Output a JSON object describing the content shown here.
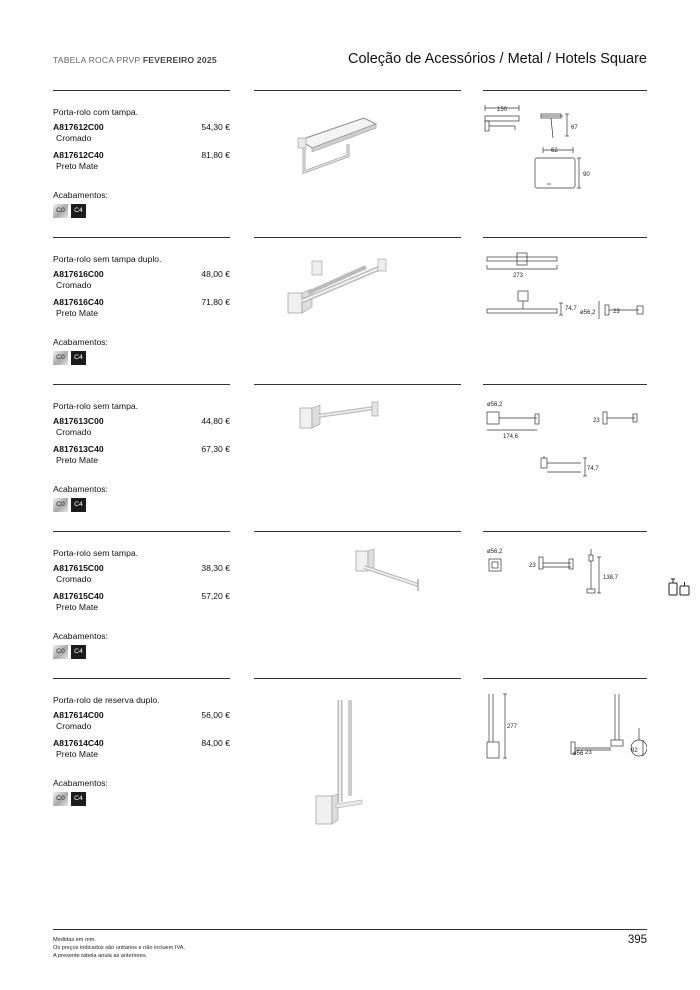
{
  "header": {
    "left_prefix": "TABELA ROCA PRVP",
    "left_bold": "FEVEREIRO 2025",
    "right_title": "Coleção de Acessórios / Metal / Hotels Square"
  },
  "finishes_label": "Acabamentos:",
  "swatches": [
    "C0",
    "C4"
  ],
  "sections": [
    {
      "title": "Porta-rolo com tampa.",
      "products": [
        {
          "code": "A817612C00",
          "finish": "Cromado",
          "price": "54,30 €"
        },
        {
          "code": "A817612C40",
          "finish": "Preto Mate",
          "price": "81,80 €"
        }
      ],
      "dims": {
        "a": "150",
        "b": "67",
        "c": "62",
        "d": "90"
      }
    },
    {
      "title": "Porta-rolo sem tampa duplo.",
      "products": [
        {
          "code": "A817616C00",
          "finish": "Cromado",
          "price": "48,00 €"
        },
        {
          "code": "A817616C40",
          "finish": "Preto Mate",
          "price": "71,80 €"
        }
      ],
      "dims": {
        "a": "273",
        "b": "74,7",
        "c": "ø56,2",
        "d": "23"
      }
    },
    {
      "title": "Porta-rolo sem tampa.",
      "products": [
        {
          "code": "A817613C00",
          "finish": "Cromado",
          "price": "44,80 €"
        },
        {
          "code": "A817613C40",
          "finish": "Preto Mate",
          "price": "67,30 €"
        }
      ],
      "dims": {
        "a": "ø56,2",
        "b": "174,6",
        "c": "23",
        "d": "74,7"
      }
    },
    {
      "title": "Porta-rolo sem tampa.",
      "products": [
        {
          "code": "A817615C00",
          "finish": "Cromado",
          "price": "38,30 €"
        },
        {
          "code": "A817615C40",
          "finish": "Preto Mate",
          "price": "57,20 €"
        }
      ],
      "dims": {
        "a": "ø56,2",
        "b": "23",
        "c": "138,7"
      }
    },
    {
      "title": "Porta-rolo de reserva duplo.",
      "products": [
        {
          "code": "A817614C00",
          "finish": "Cromado",
          "price": "56,00 €"
        },
        {
          "code": "A817614C40",
          "finish": "Preto Mate",
          "price": "84,00 €"
        }
      ],
      "dims": {
        "a": "277",
        "b": "ø56",
        "c": "23",
        "d": "92"
      }
    }
  ],
  "footer": {
    "line1": "Medidas em mm.",
    "line2": "Os preços indicados são unitários e não incluem IVA.",
    "line3": "A presente tabela anula as anteriores.",
    "page_number": "395"
  }
}
